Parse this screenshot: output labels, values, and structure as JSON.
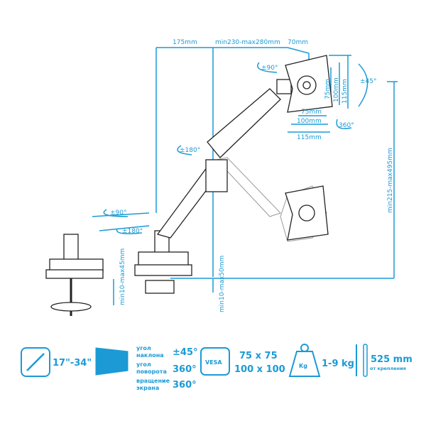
{
  "dimensions": {
    "top_left": "175mm",
    "top_mid": "min230-max280mm",
    "top_right": "70mm",
    "rotate_top": "±90°",
    "tilt": "±45°",
    "vesa_v75": "75mm",
    "vesa_v100": "100mm",
    "vesa_v115": "115mm",
    "vesa_h75": "75mm",
    "vesa_h100": "100mm",
    "vesa_h115": "115mm",
    "rotate_screen": "360°",
    "swivel_mid": "±180°",
    "swivel_low": "±180°",
    "rotate_left": "±90°",
    "height": "min215-max495mm",
    "clamp": "min10-max45mm",
    "grommet": "min10-max50mm"
  },
  "specs": {
    "size": "17\"-34\"",
    "tilt_label": "угол наклона",
    "tilt_value": "±45°",
    "swivel_label": "угол поворота",
    "swivel_value": "360°",
    "rotation_label": "вращение экрана",
    "rotation_value": "360°",
    "vesa_badge": "VESA",
    "vesa_1": "75 x 75",
    "vesa_2": "100 x 100",
    "weight_badge": "Kg",
    "weight": "1-9 kg",
    "reach": "525 mm",
    "reach_label": "от крепления"
  },
  "colors": {
    "accent": "#1b9ad6"
  }
}
